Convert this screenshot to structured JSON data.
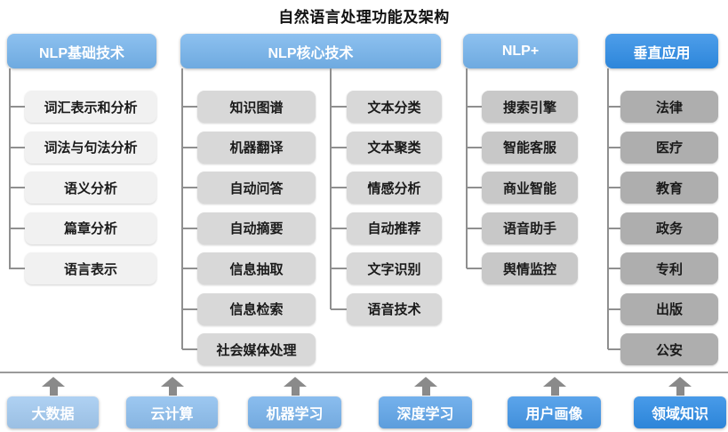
{
  "title": "自然语言处理功能及架构",
  "columns": [
    {
      "header": "NLP基础技术",
      "items": [
        "词汇表示和分析",
        "词法与句法分析",
        "语义分析",
        "篇章分析",
        "语言表示"
      ]
    },
    {
      "header": "NLP核心技术",
      "items_left": [
        "知识图谱",
        "机器翻译",
        "自动问答",
        "自动摘要",
        "信息抽取",
        "信息检索",
        "社会媒体处理"
      ],
      "items_right": [
        "文本分类",
        "文本聚类",
        "情感分析",
        "自动推荐",
        "文字识别",
        "语音技术"
      ]
    },
    {
      "header": "NLP+",
      "items": [
        "搜索引擎",
        "智能客服",
        "商业智能",
        "语音助手",
        "舆情监控"
      ]
    },
    {
      "header": "垂直应用",
      "items": [
        "法律",
        "医疗",
        "教育",
        "政务",
        "专利",
        "出版",
        "公安"
      ]
    }
  ],
  "foundation": {
    "items": [
      "大数据",
      "云计算",
      "机器学习",
      "深度学习",
      "用户画像",
      "领域知识"
    ]
  },
  "colors": {
    "header-blue": "#74b3ec",
    "header-blue-dark": "#2f8de6",
    "box-col1": "#f1f1f1",
    "box-col2": "#d8d8d8",
    "box-col3": "#c8c8c8",
    "box-col4": "#aeaeae",
    "line": "#8f8f8f",
    "arrow": "#8a8a8a",
    "foundation-0": "#a4cbf1",
    "foundation-1": "#8fc0ef",
    "foundation-2": "#7ab4ec",
    "foundation-3": "#62a7ea",
    "foundation-4": "#4598e8",
    "foundation-5": "#2f8de6"
  }
}
